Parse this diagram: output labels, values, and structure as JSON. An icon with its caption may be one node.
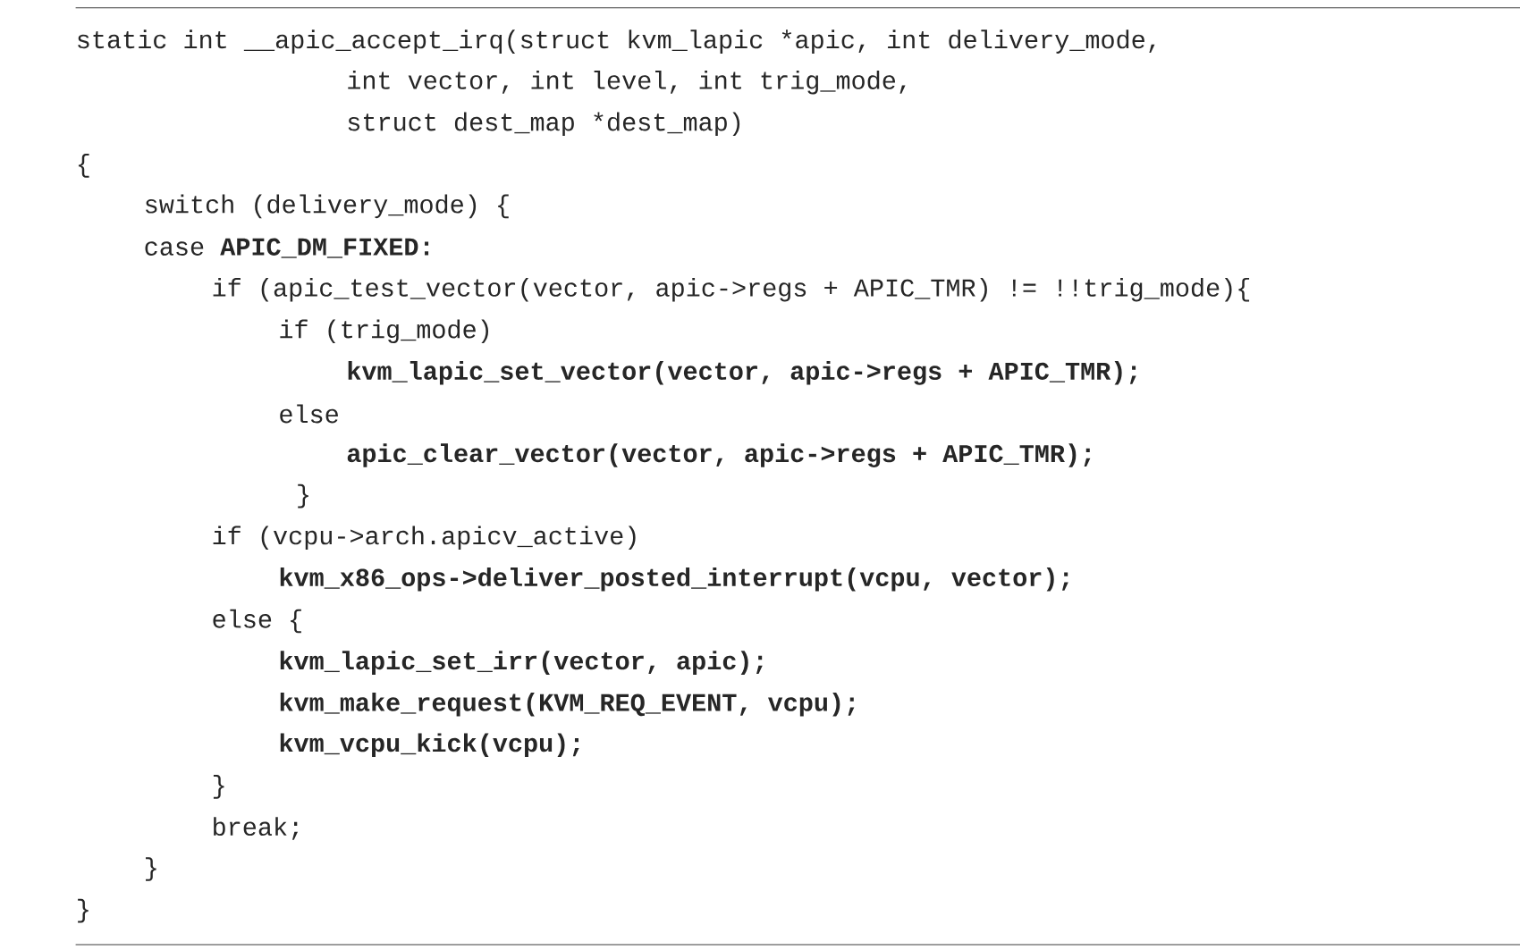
{
  "diagram": {
    "labels": [
      "static int __apic_accept_irq(struct kvm_lapic *apic, int delivery_mode,",
      "int vector, int level, int trig_mode,",
      "struct dest_map *dest_map)",
      "{",
      "switch (delivery_mode) {",
      "case **APIC_DM_FIXED:**",
      "if (apic_test_vector(vector, apic->regs + APIC_TMR) != !!trig_mode){",
      "if (trig_mode)",
      "kvm_lapic_set_vector(vector, apic->regs + APIC_TMR);",
      "else",
      "apic_clear_vector(vector, apic->regs + APIC_TMR);",
      "}",
      "if (vcpu->arch.apicv_active)",
      "kvm_x86_ops->deliver_posted_interrupt(vcpu, vector);",
      "else {",
      "kvm_lapic_set_irr(vector, apic);",
      "kvm_make_request(KVM_REQ_EVENT, vcpu);",
      "kvm_vcpu_kick(vcpu);",
      "}",
      "break;",
      "}",
      "}"
    ]
  }
}
